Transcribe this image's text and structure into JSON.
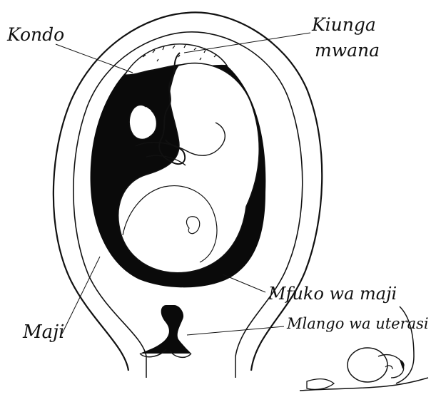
{
  "labels": {
    "kondo": "Kondo",
    "kiunga_line1": "Kiunga",
    "kiunga_line2": "mwana",
    "mfuko": "Mfuko wa maji",
    "mlango": "Mlango wa uterasi",
    "maji": "Maji"
  }
}
